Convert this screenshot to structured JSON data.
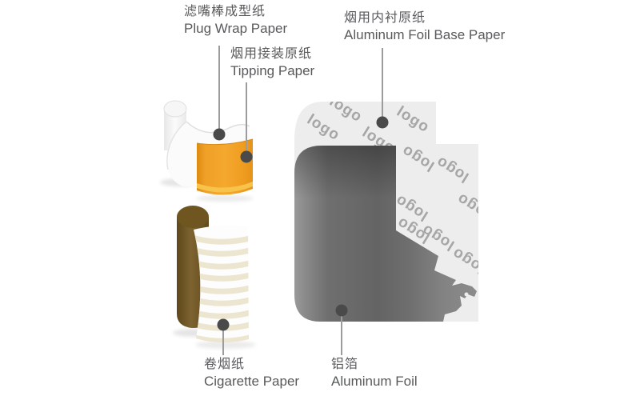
{
  "diagram": {
    "labels": {
      "plug_wrap": {
        "zh": "滤嘴棒成型纸",
        "en": "Plug Wrap Paper"
      },
      "tipping": {
        "zh": "烟用接装原纸",
        "en": "Tipping Paper"
      },
      "foil_base": {
        "zh": "烟用内衬原纸",
        "en": "Aluminum Foil Base Paper"
      },
      "cigarette": {
        "zh": "卷烟纸",
        "en": "Cigarette Paper"
      },
      "foil": {
        "zh": "铝箔",
        "en": "Aluminum Foil"
      }
    },
    "foil_base_paper": {
      "logo_text": "logo"
    },
    "colors": {
      "label_text": "#58595B",
      "leader_line": "#9C9C9C",
      "leader_dot": "#4A4A4A",
      "base_paper_gray": "#EDEDED",
      "logo_gray": "#A6A6A6",
      "foil_dark_gray": "#646464",
      "foil_light_gray": "#8C8C8C",
      "tipping_orange": "#F2A127",
      "tipping_stripe_yellow": "#F8C34A",
      "cigarette_brown": "#7D6330",
      "cigarette_stripe_cream": "#ECE5CF",
      "plug_wrap_white": "#FBFBFB",
      "background": "#FFFFFF"
    }
  }
}
